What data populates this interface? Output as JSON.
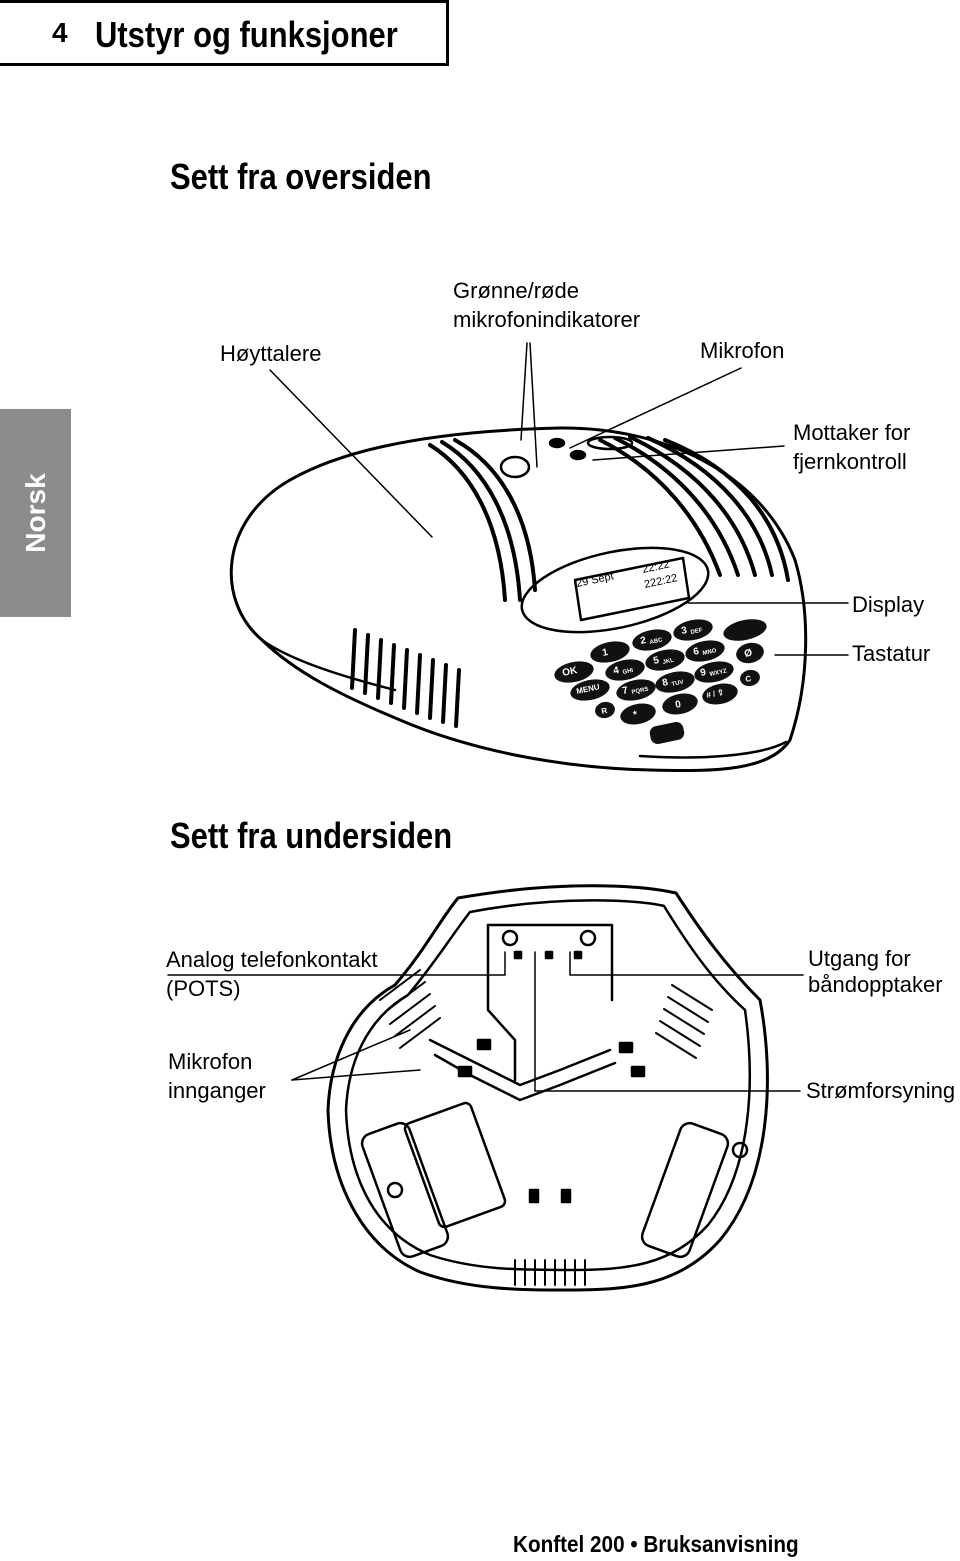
{
  "header": {
    "number": "4",
    "title": "Utstyr og funksjoner"
  },
  "side_tab": {
    "label": "Norsk"
  },
  "top_view": {
    "title": "Sett fra oversiden",
    "labels": {
      "speakers": "Høyttalere",
      "mic_indicators_line1": "Grønne/røde",
      "mic_indicators_line2": "mikrofonindikatorer",
      "microphone": "Mikrofon",
      "remote_receiver_line1": "Mottaker for",
      "remote_receiver_line2": "fjernkontroll",
      "display": "Display",
      "keypad": "Tastatur"
    },
    "device_display": {
      "date": "29 Sept",
      "time": "22:22",
      "timer": "222:22"
    },
    "keys": {
      "k1": "1",
      "k2": "2",
      "k2s": "ABC",
      "k3": "3",
      "k3s": "DEF",
      "k4": "4",
      "k4s": "GHI",
      "k5": "5",
      "k5s": "JKL",
      "k6": "6",
      "k6s": "MNO",
      "k7": "7",
      "k7s": "PQRS",
      "k8": "8",
      "k8s": "TUV",
      "k9": "9",
      "k9s": "WXYZ",
      "k0": "0",
      "star": "*",
      "hash": "# / ⇧",
      "ok": "OK",
      "menu": "MENU",
      "r": "R",
      "c": "C",
      "mute": "Ø"
    }
  },
  "bottom_view": {
    "title": "Sett fra undersiden",
    "labels": {
      "pots_line1": "Analog telefonkontakt",
      "pots_line2": "(POTS)",
      "mic_inputs_line1": "Mikrofon",
      "mic_inputs_line2": "innganger",
      "tape_out_line1": "Utgang for",
      "tape_out_line2": "båndopptaker",
      "power": "Strømforsyning"
    }
  },
  "footer": {
    "text": "Konftel 200 • Bruksanvisning"
  }
}
